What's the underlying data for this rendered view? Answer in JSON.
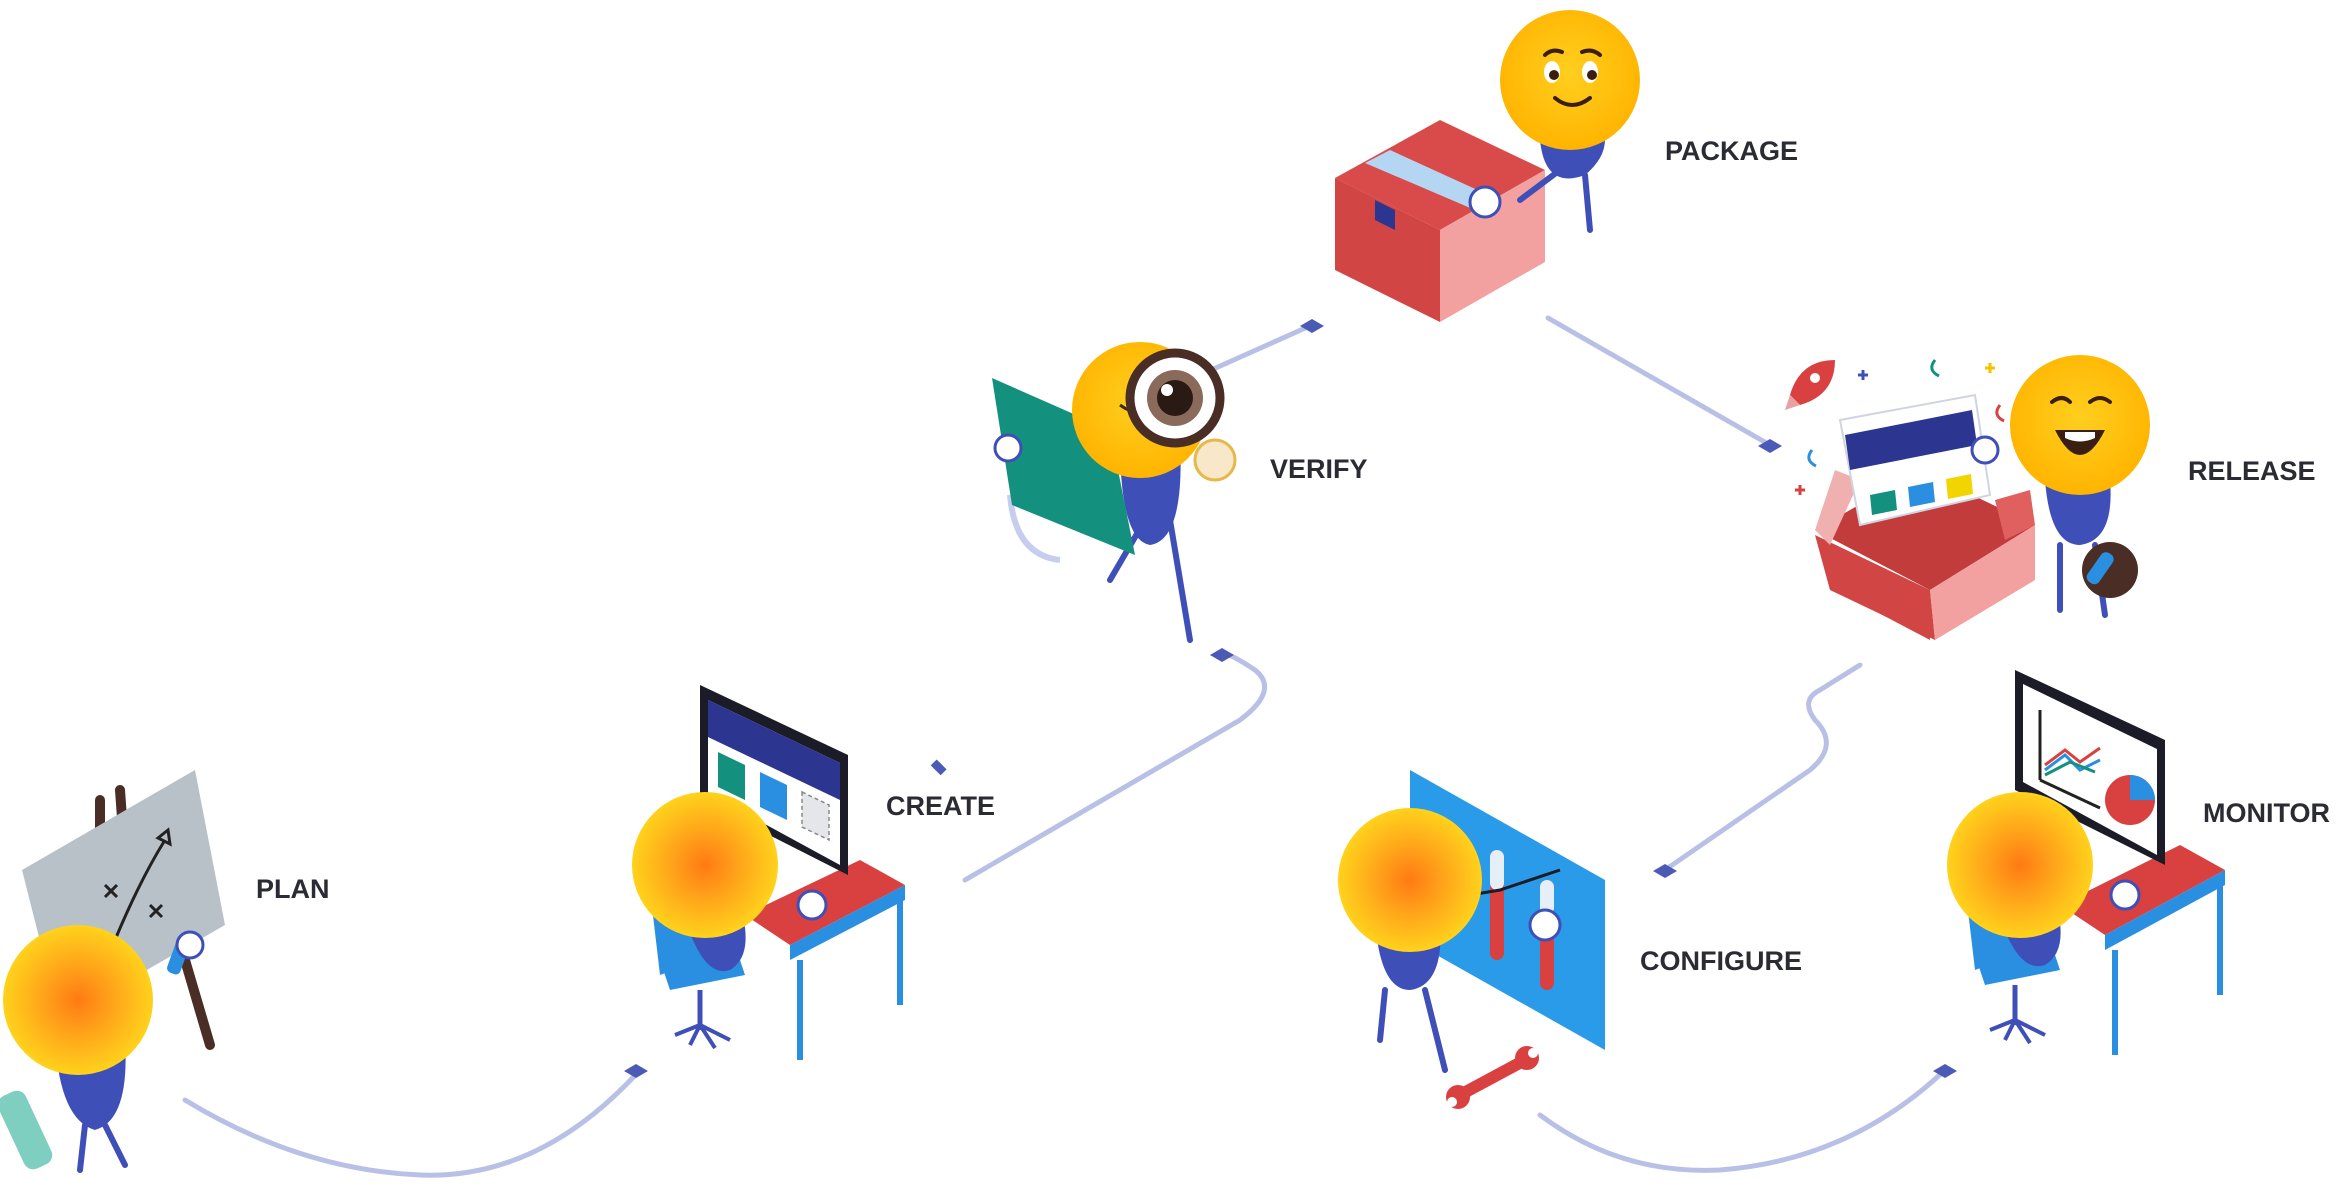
{
  "stages": [
    {
      "id": "plan",
      "label": "PLAN"
    },
    {
      "id": "create",
      "label": "CREATE"
    },
    {
      "id": "verify",
      "label": "VERIFY"
    },
    {
      "id": "package",
      "label": "PACKAGE"
    },
    {
      "id": "release",
      "label": "RELEASE"
    },
    {
      "id": "configure",
      "label": "CONFIGURE"
    },
    {
      "id": "monitor",
      "label": "MONITOR"
    }
  ],
  "colors": {
    "path": "#b9c0e6",
    "connector": "#4b5bb5",
    "body": "#3f4fb8",
    "face": "#ffc21a",
    "box_red": "#d24545",
    "box_pink": "#f3a0a0",
    "desk_red": "#d94040",
    "desk_blue": "#2a8fe0",
    "screen_navy": "#2c3590",
    "board_teal": "#14917e",
    "board_gray": "#b9c1c8",
    "label": "#2b2b33"
  }
}
